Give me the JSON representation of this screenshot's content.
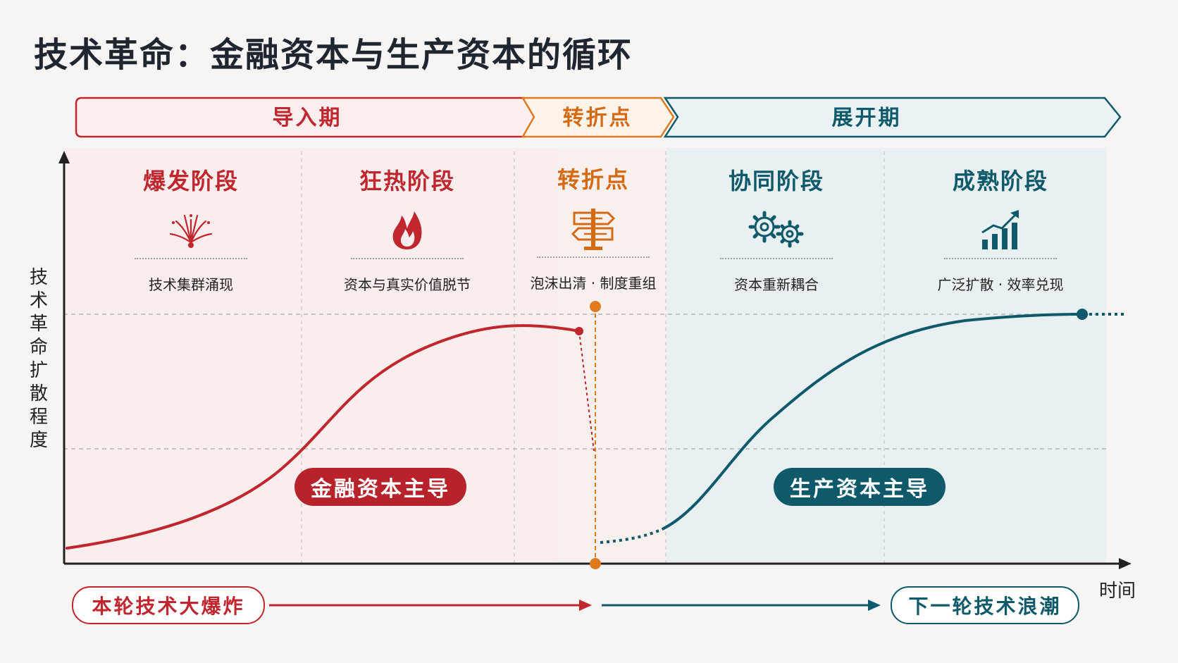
{
  "title": "技术革命：金融资本与生产资本的循环",
  "phases": {
    "installation": "导入期",
    "turning_point": "转折点",
    "deployment": "展开期"
  },
  "stages": [
    {
      "title": "爆发阶段",
      "icon": "explosion-icon",
      "description": "技术集群涌现"
    },
    {
      "title": "狂热阶段",
      "icon": "flame-icon",
      "description": "资本与真实价值脱节"
    },
    {
      "title": "转折点",
      "icon": "signpost-icon",
      "description": "泡沫出清 · 制度重组"
    },
    {
      "title": "协同阶段",
      "icon": "gears-icon",
      "description": "资本重新耦合"
    },
    {
      "title": "成熟阶段",
      "icon": "growth-chart-icon",
      "description": "广泛扩散 · 效率兑现"
    }
  ],
  "y_axis_label": "技术革命扩散程度",
  "x_axis_label": "时间",
  "labels": {
    "finance_dominant": "金融资本主导",
    "production_dominant": "生产资本主导"
  },
  "bottom": {
    "start": "本轮技术大爆炸",
    "next": "下一轮技术浪潮"
  },
  "colors": {
    "installation": "#c0262d",
    "turning_point": "#e07a1f",
    "deployment": "#0e5a6b",
    "title": "#1f2630"
  }
}
